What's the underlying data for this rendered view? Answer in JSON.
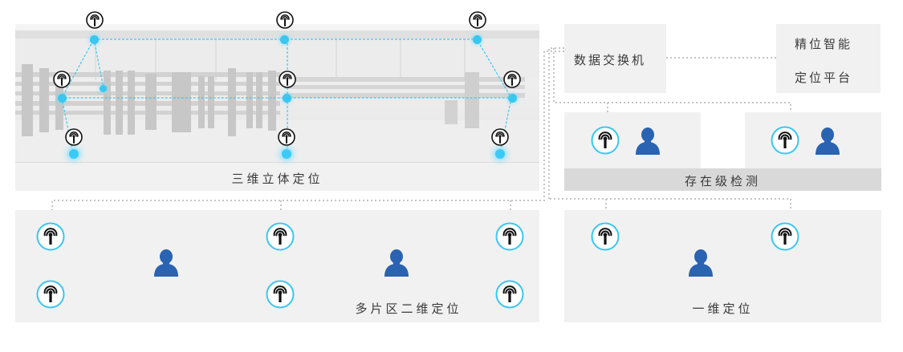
{
  "diagram": {
    "switch": {
      "label": "数据交换机"
    },
    "platform": {
      "line1": "精位智能",
      "line2": "定位平台"
    },
    "panels": {
      "three_d": {
        "label": "三维立体定位"
      },
      "presence": {
        "label": "存在级检测"
      },
      "two_d": {
        "label": "多片区二维定位"
      },
      "one_d": {
        "label": "一维定位"
      }
    },
    "icons": {
      "beacon": "wireless-beacon-icon",
      "person": "person-icon"
    },
    "colors": {
      "accent_blue": "#38c7f0",
      "person_blue": "#2a63b1",
      "panel_bg": "#f1f1f1",
      "presence_bar": "#d9d9d9",
      "connector": "#c4c4c4"
    }
  }
}
